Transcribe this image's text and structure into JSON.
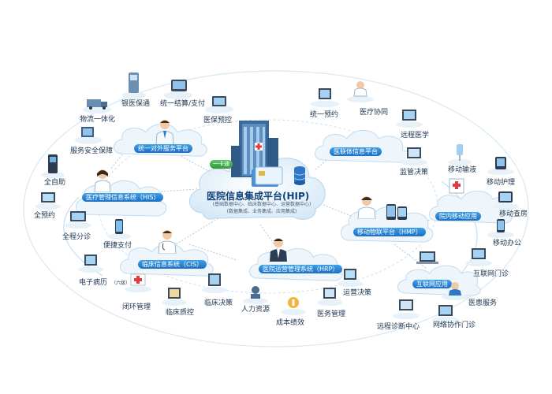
{
  "colors": {
    "line": "#a9cbe6",
    "bar": "#1b6fc4",
    "text": "#1c3550",
    "cloud": "#eef6fc"
  },
  "center": {
    "title": "医院信息集成平台(HIP)",
    "sub1": "(基础数据中心、临床数据中心、运营数据中心)",
    "sub2": "(数据集成、业务集成、应用集成)",
    "card_label": "一卡通"
  },
  "hubs": {
    "external": "统一对外服务平台",
    "his": "医疗管理信息系统（HIS）",
    "cis": "临床信息系统（CIS）",
    "hrp": "医院运营管理系统（HRP）",
    "medical_union": "医联体信息平台",
    "hmp": "移动物联平台（HMP）",
    "mobile_apps": "院内移动应用",
    "internet": "互联网应用"
  },
  "labels": {
    "bank_insurance": "银医保通",
    "unified_settle": "统一结算/支付",
    "logistics": "物流一体化",
    "insurance_control": "医保预控",
    "service_security": "服务安全保障",
    "self_service": "全自助",
    "full_booking": "全预约",
    "full_triage": "全程分诊",
    "convenient_pay": "便捷支付",
    "emr": "电子病历",
    "emr_level": "（六级）",
    "closed_loop": "闭环管理",
    "clinical_qc": "临床质控",
    "clinical_decision": "临床决策",
    "hr": "人力资源",
    "cost_perf": "成本绩效",
    "ops_decision": "运营决策",
    "affairs": "医务管理",
    "unified_booking": "统一预约",
    "med_collab": "医疗协同",
    "tele_medicine": "远程医学",
    "supervision": "监管决策",
    "mobile_infusion": "移动输液",
    "mobile_nursing": "移动护理",
    "mobile_rounds": "移动查房",
    "mobile_office": "移动办公",
    "internet_clinic": "互联网门诊",
    "patient_service": "医患服务",
    "remote_diag": "远程诊断中心",
    "network_clinic": "网络协作门诊"
  }
}
